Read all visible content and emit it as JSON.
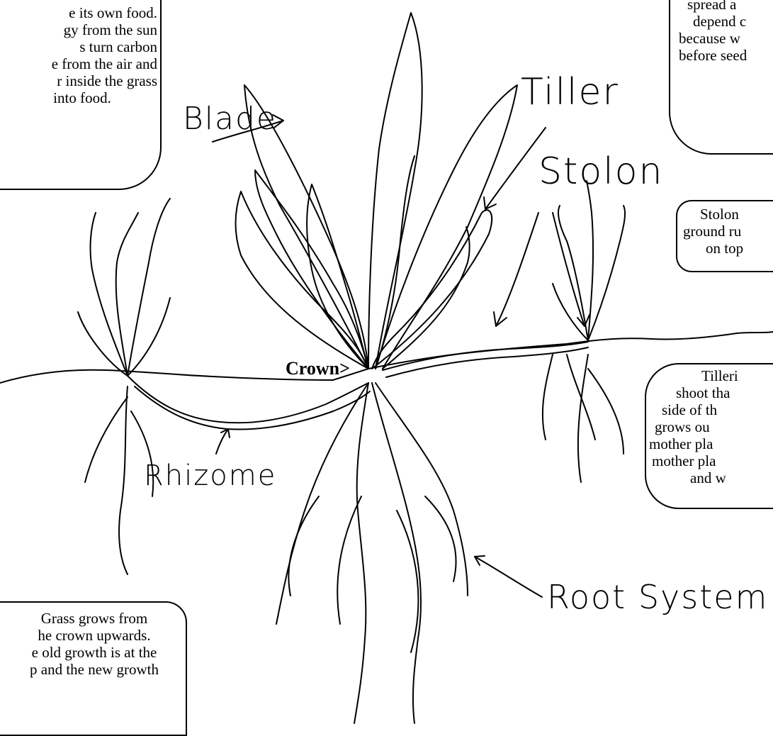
{
  "labels": {
    "blade": "Blade",
    "tiller": "Tiller",
    "stolon": "Stolon",
    "crown": "Crown>",
    "rhizome": "Rhizome",
    "root_system": "Root System"
  },
  "boxes": {
    "photosynthesis": [
      "e its own food.",
      "gy from the sun",
      "s turn carbon",
      "e from the air and",
      "r inside the grass",
      "into food."
    ],
    "seeds": [
      "spread a",
      "depend c",
      "because w",
      "before seed"
    ],
    "stolons": [
      "Stolon",
      "ground ru",
      "on top"
    ],
    "tillering": [
      "Tilleri",
      "shoot tha",
      "side of th",
      "grows ou",
      "mother pla",
      "mother pla",
      "and w"
    ],
    "crown_growth": [
      "Grass grows from",
      "he crown upwards.",
      "e old growth is at the",
      "p and the new growth"
    ]
  }
}
